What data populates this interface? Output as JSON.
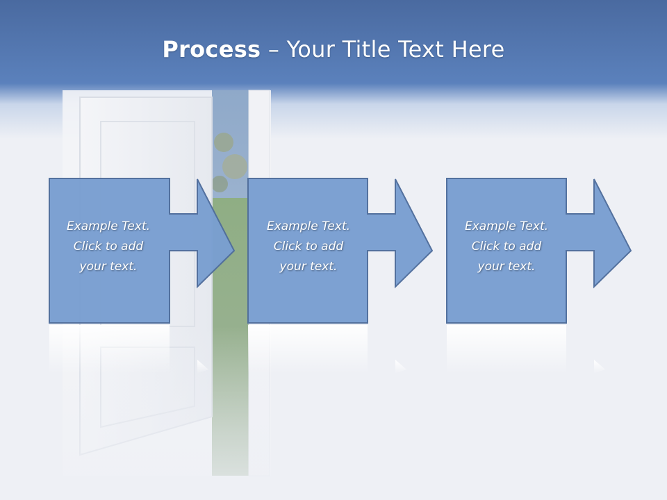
{
  "slide": {
    "title_bold": "Process",
    "title_rest": " – Your Title Text Here"
  },
  "steps": [
    {
      "line1": "Example Text.",
      "line2": "Click  to add",
      "line3": "your text."
    },
    {
      "line1": "Example Text.",
      "line2": "Click  to add",
      "line3": "your text."
    },
    {
      "line1": "Example Text.",
      "line2": "Click  to add",
      "line3": "your text."
    }
  ],
  "colors": {
    "header_dark": "#4a6aa0",
    "header_mid": "#5b81bc",
    "shape_fill": "#7a9fd1",
    "shape_stroke": "#4f6d9c",
    "background": "#eef0f5"
  }
}
